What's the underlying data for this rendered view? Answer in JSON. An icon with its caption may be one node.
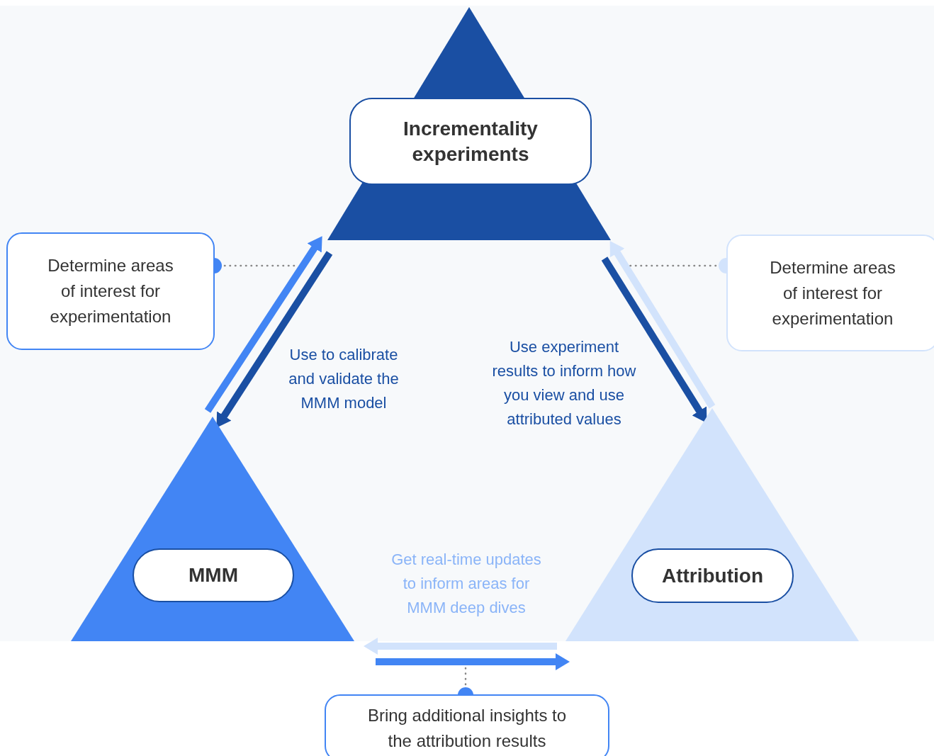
{
  "diagram": {
    "nodes": [
      {
        "text": [],
        "shape": "triangle"
      },
      {
        "text": [
          "Incrementality experiments"
        ],
        "in": 0
      },
      {
        "text": [],
        "shape": "triangle"
      },
      {
        "text": [
          "MMM"
        ],
        "in": 2
      },
      {
        "text": [],
        "shape": "triangle"
      },
      {
        "text": [
          "Attribution"
        ],
        "in": 4
      },
      {
        "text": [
          "Determine areas of interest for experimentation"
        ]
      },
      {
        "text": [
          "Determine areas of interest for experimentation"
        ]
      },
      {
        "text": [
          "Bring additional insights to the attribution results"
        ]
      }
    ],
    "edges": [
      {
        "from": 2,
        "to": 0,
        "arrow": "to",
        "color": "#4285f4"
      },
      {
        "from": 0,
        "to": 2,
        "arrow": "to",
        "color": "#1a4fa3",
        "label": "Use to calibrate and validate the MMM model"
      },
      {
        "from": 0,
        "to": 4,
        "arrow": "to",
        "color": "#1a4fa3",
        "label": "Use experiment results to inform how you view and use attributed values"
      },
      {
        "from": 4,
        "to": 0,
        "arrow": "to",
        "color": "#d2e3fc"
      },
      {
        "from": 4,
        "to": 2,
        "arrow": "to",
        "color": "#d2e3fc",
        "label": "Get real-time updates to inform areas for MMM deep dives"
      },
      {
        "from": 2,
        "to": 4,
        "arrow": "to",
        "color": "#4285f4"
      },
      {
        "from": 6,
        "to": null,
        "arrow": "other",
        "style": "dashed",
        "color": "#888888"
      },
      {
        "from": 7,
        "to": null,
        "arrow": "other",
        "style": "dashed",
        "color": "#888888"
      },
      {
        "from": 8,
        "to": null,
        "arrow": "other",
        "style": "dashed",
        "color": "#888888"
      }
    ]
  }
}
